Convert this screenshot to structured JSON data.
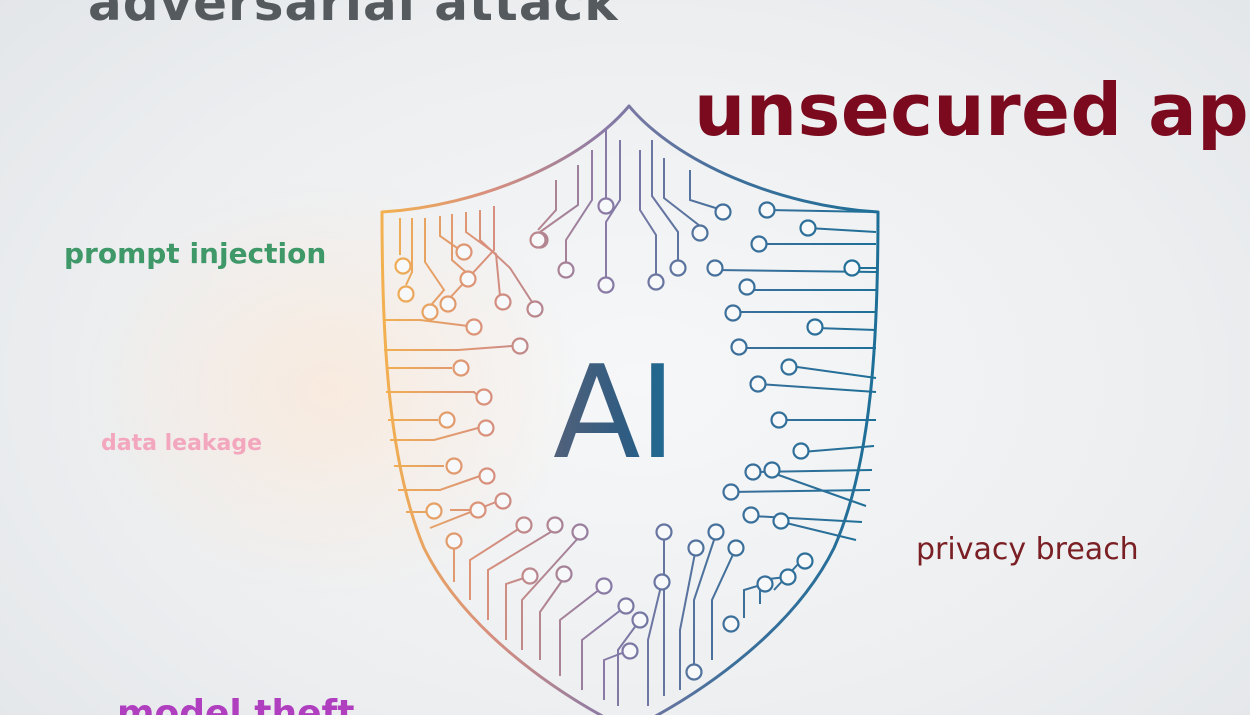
{
  "words": {
    "adversarial": "adversarial attack",
    "unsecured_api": "unsecured api",
    "prompt_injection": "prompt injection",
    "data_leakage": "data leakage",
    "privacy_breach": "privacy breach",
    "model_theft": "model theft"
  },
  "shield": {
    "label": "AI",
    "icon": "ai-shield-circuit-icon"
  },
  "colors": {
    "adversarial": "#555a5e",
    "unsecured_api": "#7c0a1e",
    "prompt_injection": "#3e9868",
    "data_leakage": "#f3a7be",
    "privacy_breach": "#7a1f24",
    "model_theft": "#b03fbf",
    "shield_warm": "#f0b05a",
    "shield_mid": "#7f6fa8",
    "shield_cool": "#1d6f98"
  }
}
